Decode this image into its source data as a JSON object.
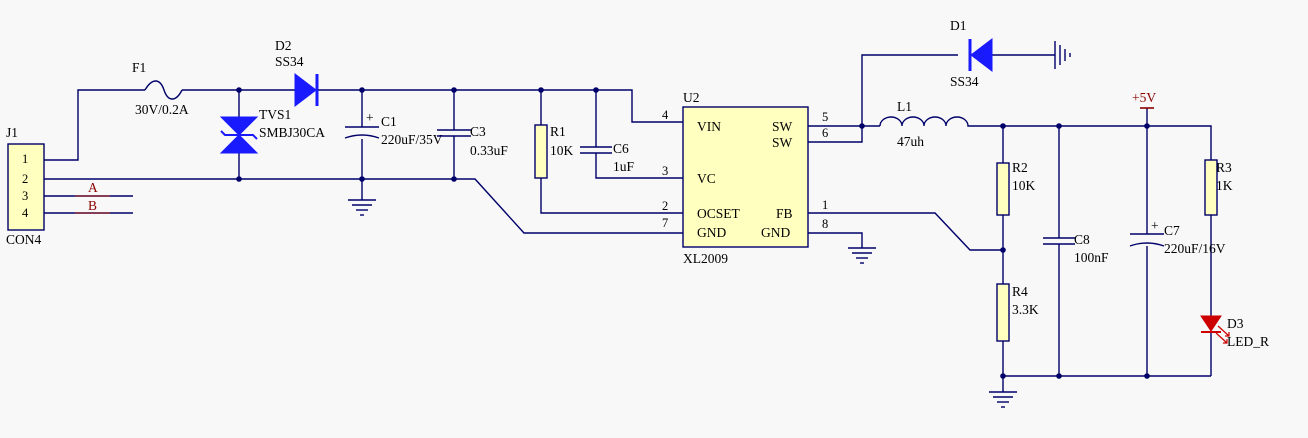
{
  "connector": {
    "ref": "J1",
    "name": "CON4",
    "pins": [
      "1",
      "2",
      "3",
      "4"
    ],
    "net_a": "A",
    "net_b": "B"
  },
  "fuse": {
    "ref": "F1",
    "value": "30V/0.2A"
  },
  "tvs": {
    "ref": "TVS1",
    "value": "SMBJ30CA"
  },
  "d2": {
    "ref": "D2",
    "value": "SS34"
  },
  "c1": {
    "ref": "C1",
    "value": "220uF/35V",
    "plus": "+"
  },
  "c3": {
    "ref": "C3",
    "value": "0.33uF"
  },
  "r1": {
    "ref": "R1",
    "value": "10K"
  },
  "c6": {
    "ref": "C6",
    "value": "1uF"
  },
  "ic": {
    "ref": "U2",
    "name": "XL2009",
    "left_pins": [
      {
        "num": "4",
        "name": "VIN"
      },
      {
        "num": "3",
        "name": "VC"
      },
      {
        "num": "2",
        "name": "OCSET"
      },
      {
        "num": "7",
        "name": "GND"
      }
    ],
    "right_pins": [
      {
        "num": "5",
        "name": "SW"
      },
      {
        "num": "6",
        "name": "SW"
      },
      {
        "num": "1",
        "name": "FB"
      },
      {
        "num": "8",
        "name": "GND"
      }
    ]
  },
  "d1": {
    "ref": "D1",
    "value": "SS34"
  },
  "l1": {
    "ref": "L1",
    "value": "47uh"
  },
  "power": {
    "label": "+5V"
  },
  "r2": {
    "ref": "R2",
    "value": "10K"
  },
  "r4": {
    "ref": "R4",
    "value": "3.3K"
  },
  "c8": {
    "ref": "C8",
    "value": "100nF"
  },
  "c7": {
    "ref": "C7",
    "value": "220uF/16V",
    "plus": "+"
  },
  "r3": {
    "ref": "R3",
    "value": "1K"
  },
  "d3": {
    "ref": "D3",
    "value": "LED_R"
  },
  "colors": {
    "wire": "#00006a",
    "component_blue": "#1a1aff",
    "ic_fill": "#ffffc0",
    "power_red": "#8b0000"
  }
}
